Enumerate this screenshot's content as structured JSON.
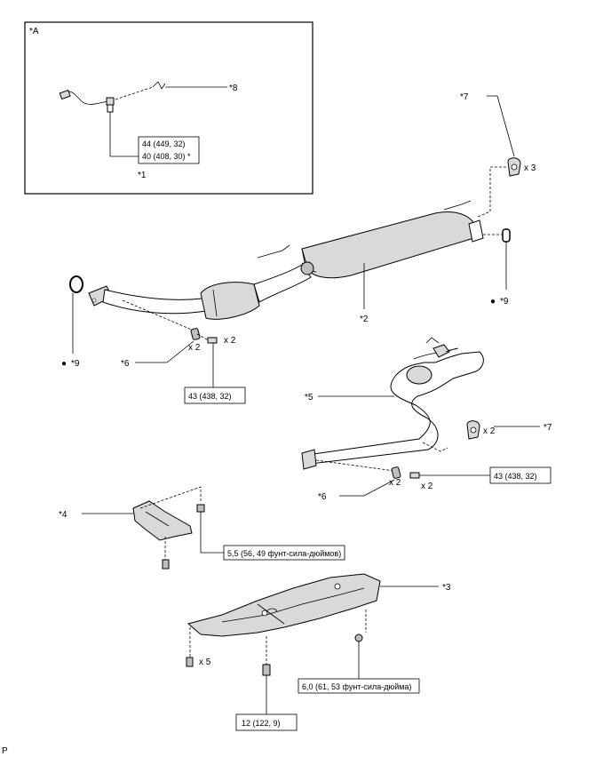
{
  "inset": {
    "label": "*A"
  },
  "callouts": {
    "c1": "*1",
    "c2": "*2",
    "c3": "*3",
    "c4": "*4",
    "c5": "*5",
    "c6a": "*6",
    "c6b": "*6",
    "c7a": "*7",
    "c7b": "*7",
    "c8": "*8",
    "c9a": "*9",
    "c9b": "*9"
  },
  "quantities": {
    "q_hanger_top": "x 3",
    "q_hanger_mid": "x 2",
    "q_gasket_front": "x 2",
    "q_bolt_front": "x 2",
    "q_gasket_rear": "x 2",
    "q_bolt_rear": "x 2",
    "q_cover_bolts": "x 5"
  },
  "torque_boxes": {
    "sensor_line1": "44 (449, 32)",
    "sensor_line2": "40 (408, 30) *",
    "front_pipe": "43 (438, 32)",
    "tail_pipe": "43 (438, 32)",
    "heat_insulator": "5,5 (56, 49 фунт-сила-дюймов)",
    "under_cover_nut": "6,0 (61, 53 фунт-сила-дюйма)",
    "under_cover_bolt": "12 (122, 9)"
  },
  "bullets": {
    "b9a": "●",
    "b9b": "●"
  },
  "footer": {
    "code": "P"
  }
}
